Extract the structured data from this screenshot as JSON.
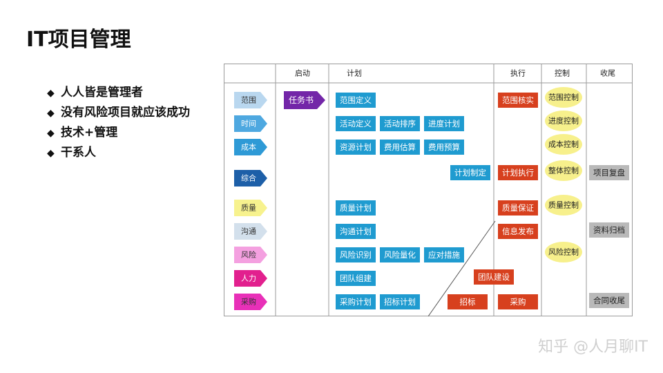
{
  "page": {
    "title": "IT项目管理"
  },
  "bullets": [
    "人人皆是管理者",
    "没有风险项目就应该成功",
    "技术+管理",
    "干系人"
  ],
  "diagram": {
    "columns": [
      "启动",
      "计划",
      "执行",
      "控制",
      "收尾"
    ],
    "areas": [
      "范围",
      "时间",
      "成本",
      "综合",
      "质量",
      "沟通",
      "风险",
      "人力",
      "采购"
    ],
    "initiating": "任务书",
    "planning": {
      "scope_definition": "范围定义",
      "activity_definition": "活动定义",
      "activity_sequencing": "活动排序",
      "schedule_development": "进度计划",
      "resource_planning": "资源计划",
      "cost_estimating": "费用估算",
      "cost_budgeting": "费用预算",
      "plan_development": "计划制定",
      "quality_planning": "质量计划",
      "communications_planning": "沟通计划",
      "risk_identification": "风险识别",
      "risk_quantification": "风险量化",
      "risk_response": "应对措施",
      "team_building": "团队组建",
      "procurement_planning": "采购计划",
      "solicitation_planning": "招标计划"
    },
    "executing": {
      "scope_verification": "范围核实",
      "plan_execution": "计划执行",
      "quality_assurance": "质量保证",
      "information_distribution": "信息发布",
      "team_development": "团队建设",
      "solicitation": "招标",
      "procurement": "采购"
    },
    "controlling": {
      "scope_control": "范围控制",
      "schedule_control": "进度控制",
      "cost_control": "成本控制",
      "integrated_control": "整体控制",
      "quality_control": "质量控制",
      "risk_control": "风险控制"
    },
    "closing": {
      "project_review": "项目复盘",
      "archiving": "资料归档",
      "contract_closeout": "合同收尾"
    }
  },
  "colors": {
    "area_range": "#b9d7ef",
    "area_time": "#4ea8e0",
    "area_cost": "#2e9ad6",
    "area_integration": "#1d5fa8",
    "area_quality": "#f7f28e",
    "area_communication": "#d3e0ec",
    "area_risk": "#f4a0e0",
    "area_hr": "#e2208e",
    "area_procurement": "#e830b8",
    "initiating": "#7326a8",
    "planning": "#1f9bd0",
    "executing": "#d7401e",
    "controlling": "#f7f08c",
    "closing": "#b9b9b9"
  },
  "watermark": "知乎 @人月聊IT"
}
